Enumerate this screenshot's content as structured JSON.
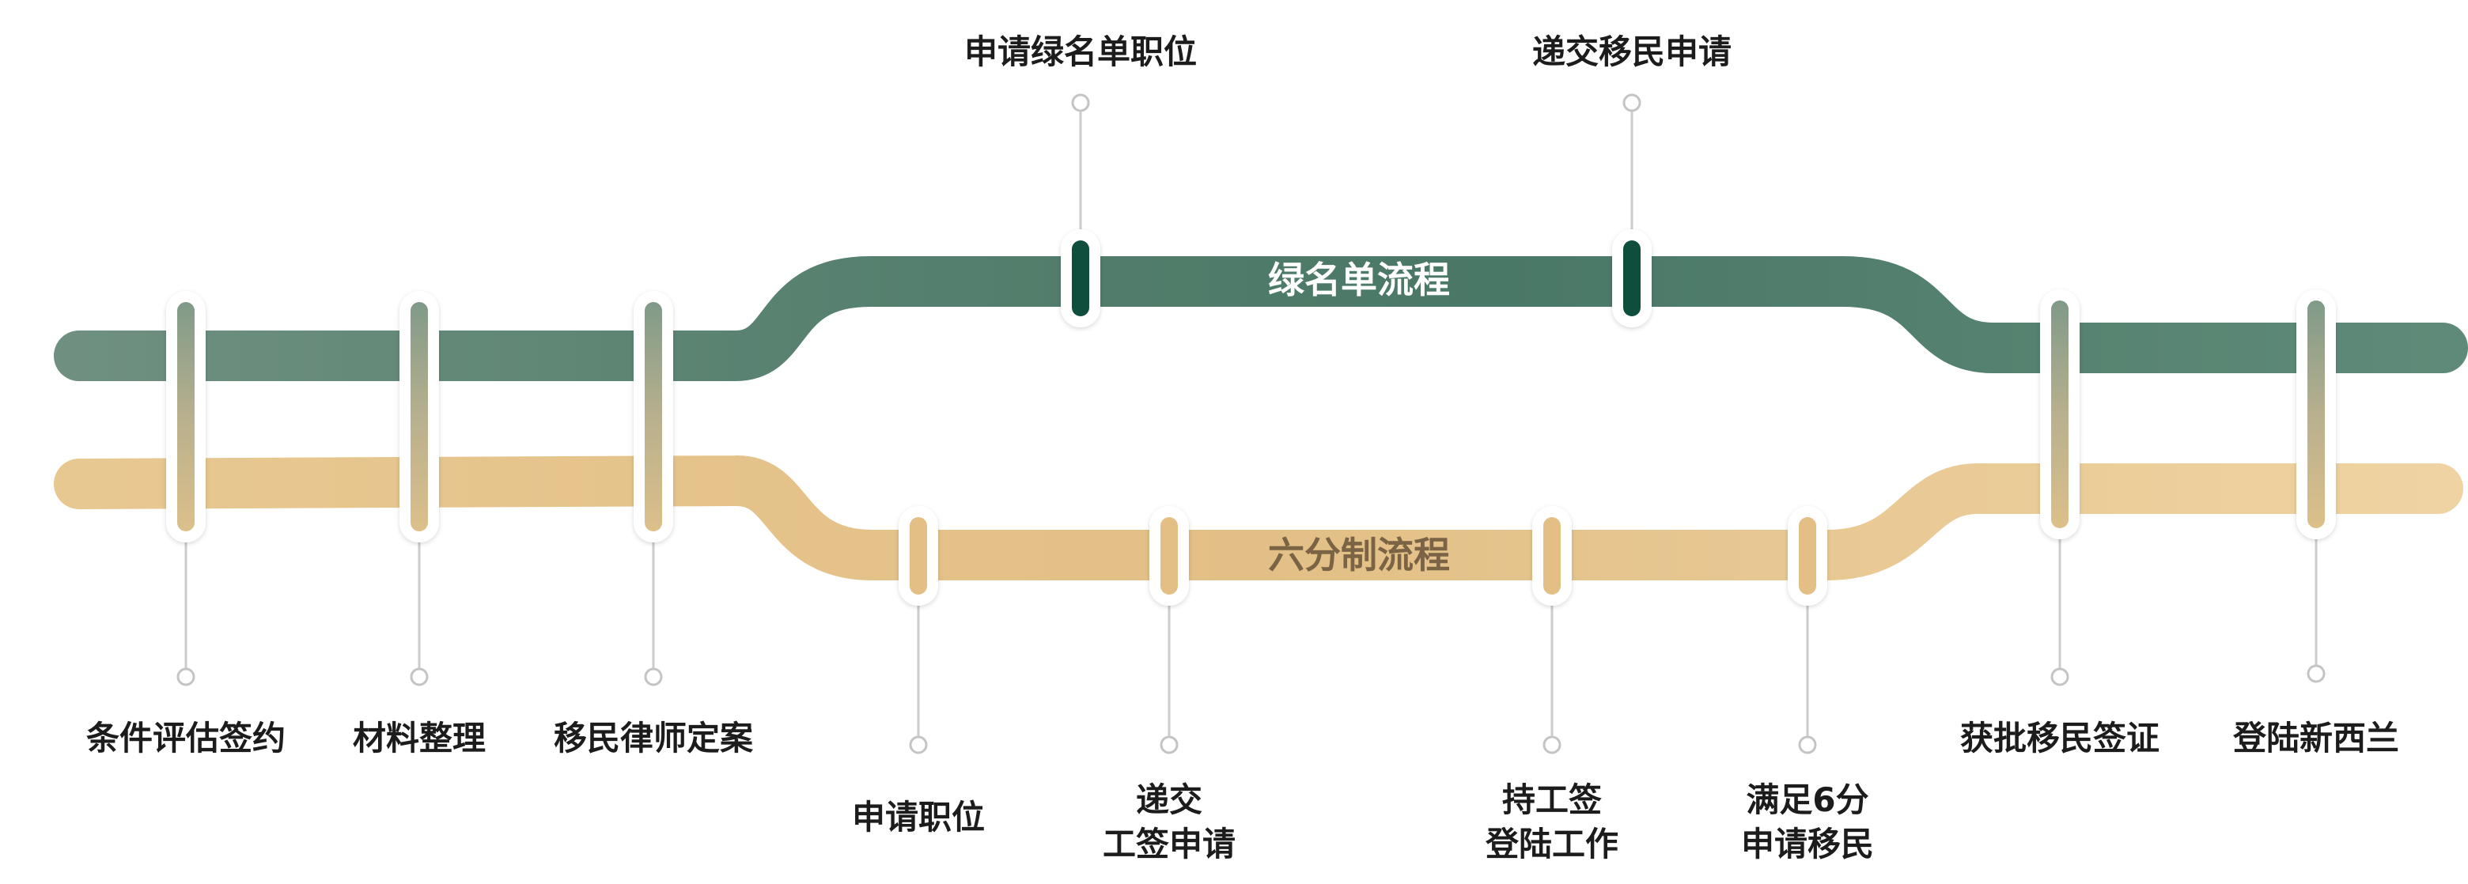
{
  "colors": {
    "green": "#4d7a6a",
    "green_light": "#7f9a8c",
    "green_dark": "#0f4d3d",
    "tan": "#e3bf86",
    "tan_light": "#eed3a3",
    "tan_text": "#7a6445",
    "stem": "#c8c8c8"
  },
  "green_track_title": "绿名单流程",
  "tan_track_title": "六分制流程",
  "shared_steps": [
    {
      "id": "step-1",
      "label_lines": [
        "条件评估签约"
      ]
    },
    {
      "id": "step-2",
      "label_lines": [
        "材料整理"
      ]
    },
    {
      "id": "step-3",
      "label_lines": [
        "移民律师定案"
      ]
    },
    {
      "id": "step-4",
      "label_lines": [
        "获批移民签证"
      ]
    },
    {
      "id": "step-5",
      "label_lines": [
        "登陆新西兰"
      ]
    }
  ],
  "green_steps": [
    {
      "id": "green-step-1",
      "label_lines": [
        "申请绿名单职位"
      ]
    },
    {
      "id": "green-step-2",
      "label_lines": [
        "递交移民申请"
      ]
    }
  ],
  "tan_steps": [
    {
      "id": "tan-step-1",
      "label_lines": [
        "申请职位"
      ]
    },
    {
      "id": "tan-step-2",
      "label_lines": [
        "递交",
        "工签申请"
      ]
    },
    {
      "id": "tan-step-3",
      "label_lines": [
        "持工签",
        "登陆工作"
      ]
    },
    {
      "id": "tan-step-4",
      "label_lines": [
        "满足6分",
        "申请移民"
      ]
    }
  ]
}
